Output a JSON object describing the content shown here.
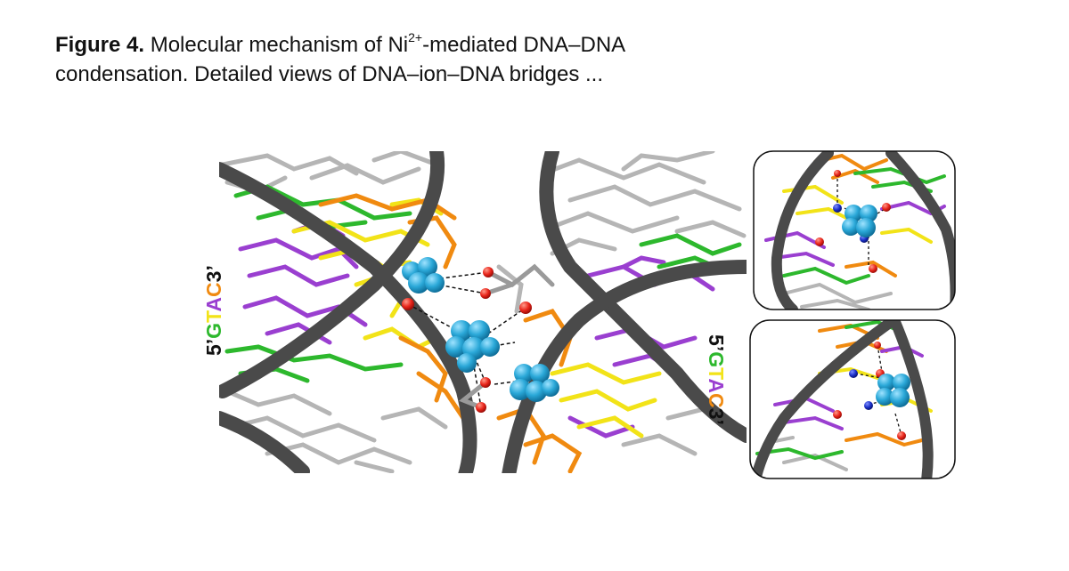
{
  "caption": {
    "label": "Figure 4.",
    "text_before_sup": "Molecular mechanism of Ni",
    "superscript": "2+",
    "text_line1_after": "-mediated DNA–DNA",
    "text_line2": "condensation. Detailed views of DNA–ion–DNA bridges ..."
  },
  "sequence_left": {
    "prime5": "5’",
    "g": "G",
    "t": "T",
    "a": "A",
    "c": "C",
    "prime3": "3’"
  },
  "sequence_right": {
    "prime5": "5’",
    "g": "G",
    "t": "T",
    "a": "A",
    "c": "C",
    "prime3": "3’"
  },
  "colors": {
    "guanine": "#2db82d",
    "thymine": "#f2e318",
    "adenine": "#9a3fd0",
    "cytosine": "#f08a10",
    "backbone": "#4a4a4a",
    "other_bases": "#b5b5b5",
    "nickel": "#2aa8d8",
    "oxygen": "#e8241a",
    "nitrogen": "#1a2fc8"
  }
}
